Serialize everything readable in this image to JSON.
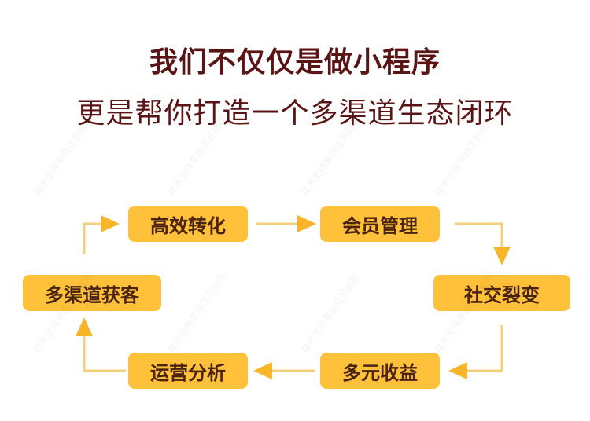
{
  "headline": {
    "line1": "我们不仅仅是做小程序",
    "line2": "更是帮你打造一个多渠道生态闭环"
  },
  "nodes": {
    "conversion": "高效转化",
    "membership": "会员管理",
    "social": "社交裂变",
    "revenue": "多元收益",
    "analytics": "运营分析",
    "channels": "多渠道获客"
  },
  "watermark": "技术支持来自江苏微网",
  "colors": {
    "box": "#ffc03a",
    "text": "#4a2410",
    "title": "#5a1414",
    "connector": "#f2cf7c",
    "arrow": "#f7b62a"
  }
}
